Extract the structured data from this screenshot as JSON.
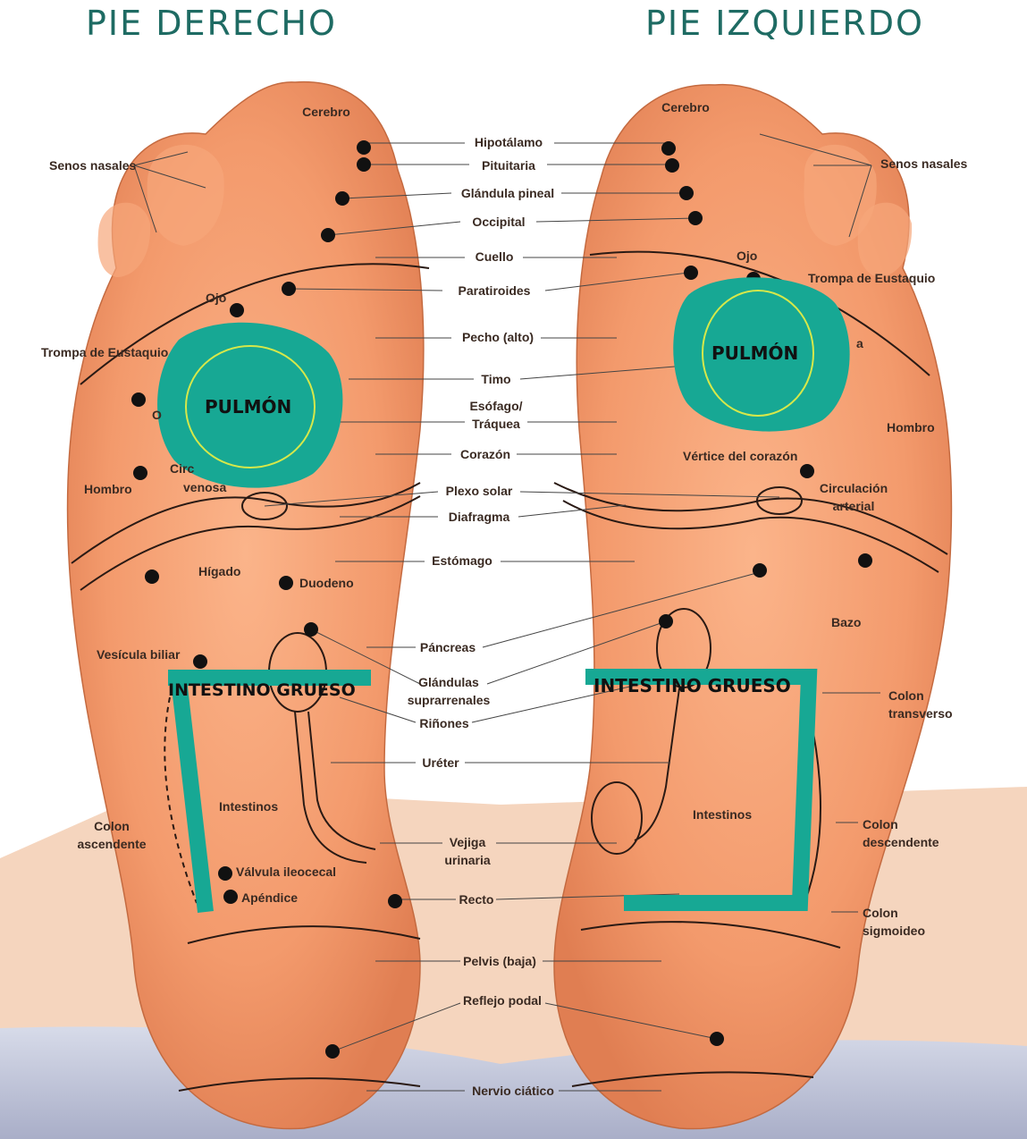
{
  "titles": {
    "right_foot": "PIE DERECHO",
    "left_foot": "PIE IZQUIERDO"
  },
  "annotations": {
    "pulmon": "PULMÓN",
    "intestino_grueso": "INTESTINO GRUESO"
  },
  "center_labels": [
    "Hipotálamo",
    "Pituitaria",
    "Glándula pineal",
    "Occipital",
    "Cuello",
    "Paratiroides",
    "Pecho (alto)",
    "Timo",
    "Esófago/\nTráquea",
    "Corazón",
    "Plexo solar",
    "Diafragma",
    "Estómago",
    "Páncreas",
    "Glándulas\nsuprarrenales",
    "Riñones",
    "Uréter",
    "Vejiga\nurinaria",
    "Recto",
    "Pelvis (baja)",
    "Reflejo podal",
    "Nervio ciático"
  ],
  "right_foot_labels": [
    "Cerebro",
    "Senos nasales",
    "Ojo",
    "Trompa de Eustaquio",
    "O",
    "Hombro",
    "Circ",
    "venosa",
    "Hígado",
    "Duodeno",
    "Vesícula biliar",
    "Intestinos",
    "Colon\nascendente",
    "Válvula ileocecal",
    "Apéndice"
  ],
  "left_foot_labels": [
    "Cerebro",
    "Senos nasales",
    "Ojo",
    "Trompa de Eustaquio",
    "a",
    "Hombro",
    "Vértice del corazón",
    "Circulación\narterial",
    "Bazo",
    "Colon\ntransverso",
    "Intestinos",
    "Colon\ndescendente",
    "Colon\nsigmoideo"
  ],
  "colors": {
    "title": "#1e6b63",
    "annotation_fill": "#17a894",
    "annotation_ring": "#d6e84a",
    "skin": "#f39a6c",
    "point": "#111111"
  }
}
